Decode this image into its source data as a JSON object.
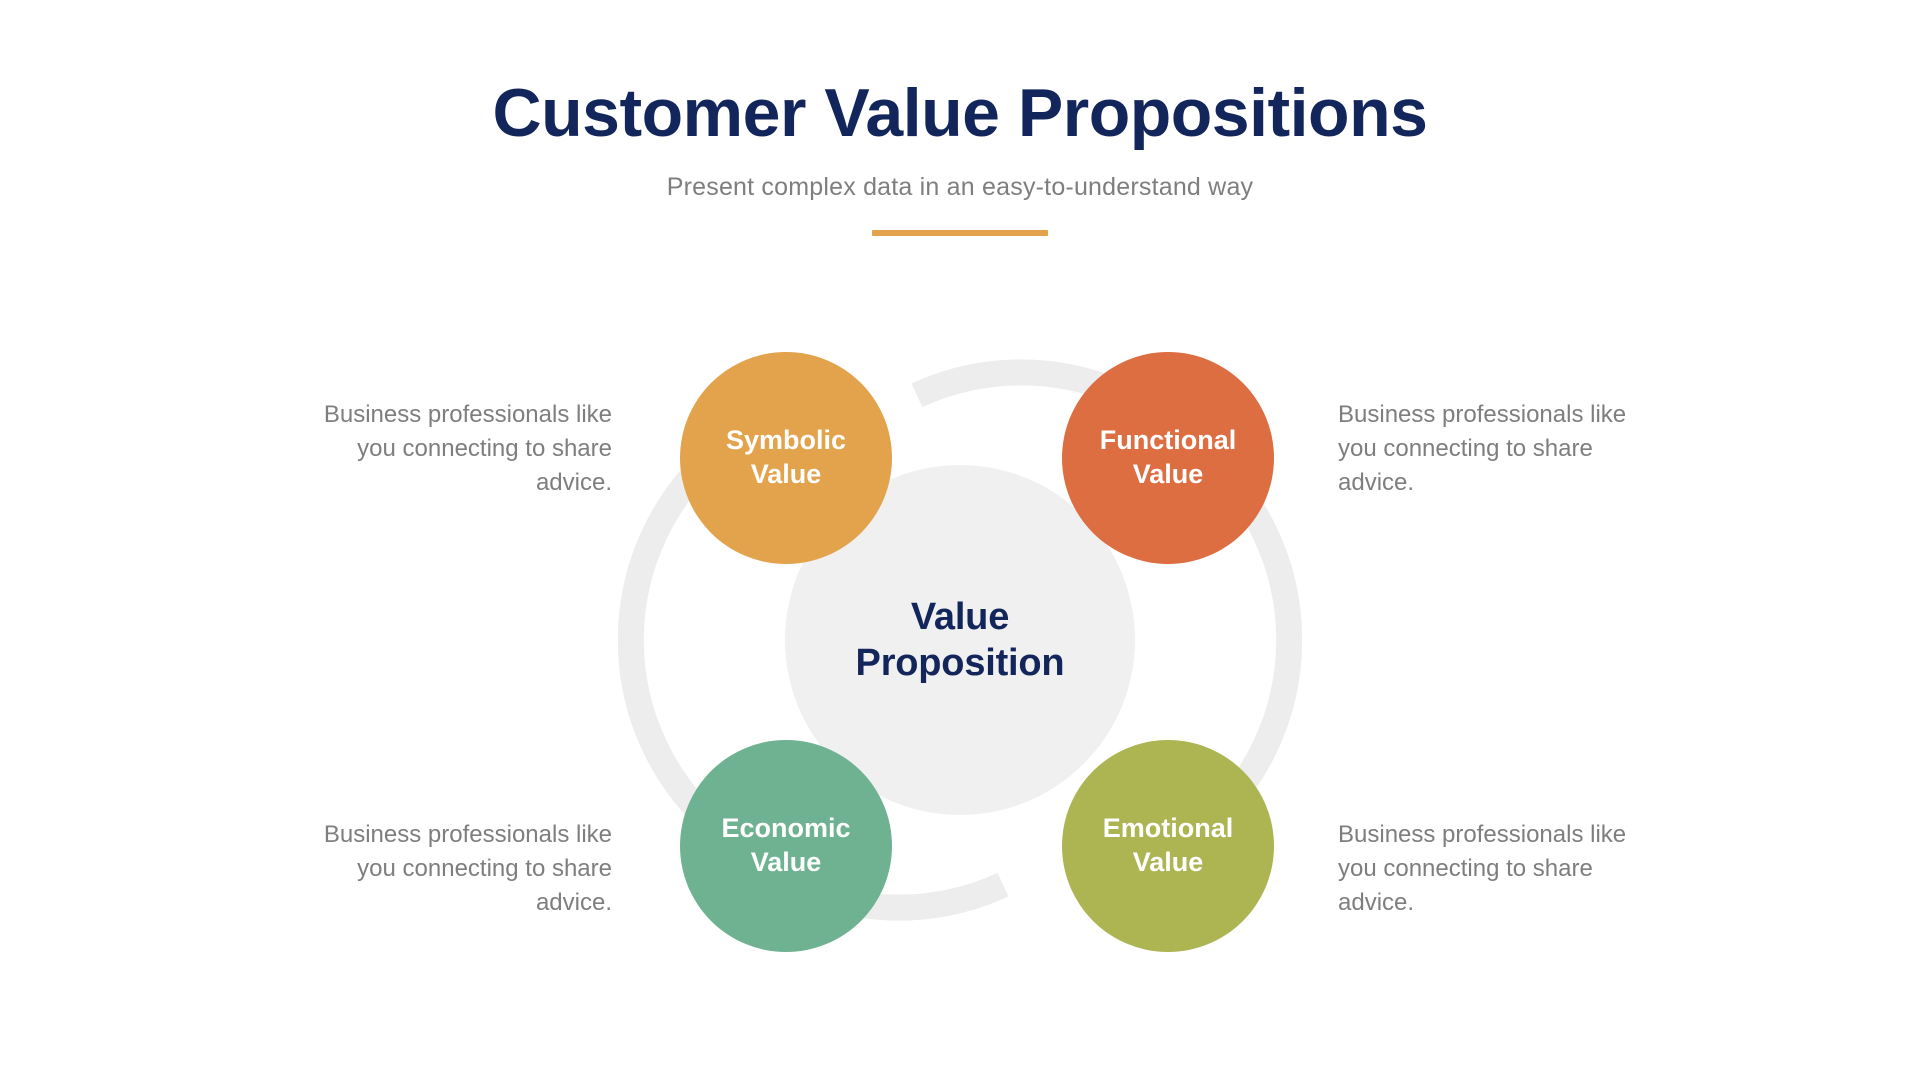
{
  "header": {
    "title": "Customer Value Propositions",
    "subtitle": "Present complex data in an easy-to-understand way",
    "divider_color": "#E3A24C"
  },
  "diagram": {
    "center": {
      "label_line1": "Value",
      "label_line2": "Proposition",
      "text_color": "#13265C",
      "inner_disc_color": "#F0F0F0",
      "outer_ring_color": "#EDEDED"
    },
    "nodes": [
      {
        "id": "symbolic",
        "label_line1": "Symbolic",
        "label_line2": "Value",
        "color": "#E3A24C",
        "position": "top-left"
      },
      {
        "id": "functional",
        "label_line1": "Functional",
        "label_line2": "Value",
        "color": "#DD6E42",
        "position": "top-right"
      },
      {
        "id": "economic",
        "label_line1": "Economic",
        "label_line2": "Value",
        "color": "#6FB291",
        "position": "bottom-left"
      },
      {
        "id": "emotional",
        "label_line1": "Emotional",
        "label_line2": "Value",
        "color": "#ACB552",
        "position": "bottom-right"
      }
    ],
    "descriptions": [
      {
        "id": "symbolic-desc",
        "for": "symbolic",
        "text": "Business professionals like you connecting to share advice.",
        "align": "right"
      },
      {
        "id": "functional-desc",
        "for": "functional",
        "text": "Business professionals like you connecting to share advice.",
        "align": "left"
      },
      {
        "id": "economic-desc",
        "for": "economic",
        "text": "Business professionals like you connecting to share advice.",
        "align": "right"
      },
      {
        "id": "emotional-desc",
        "for": "emotional",
        "text": "Business professionals like you connecting to share advice.",
        "align": "left"
      }
    ]
  },
  "theme": {
    "background": "#FFFFFF",
    "navy": "#13265C",
    "body_text": "#7E7E7E"
  }
}
